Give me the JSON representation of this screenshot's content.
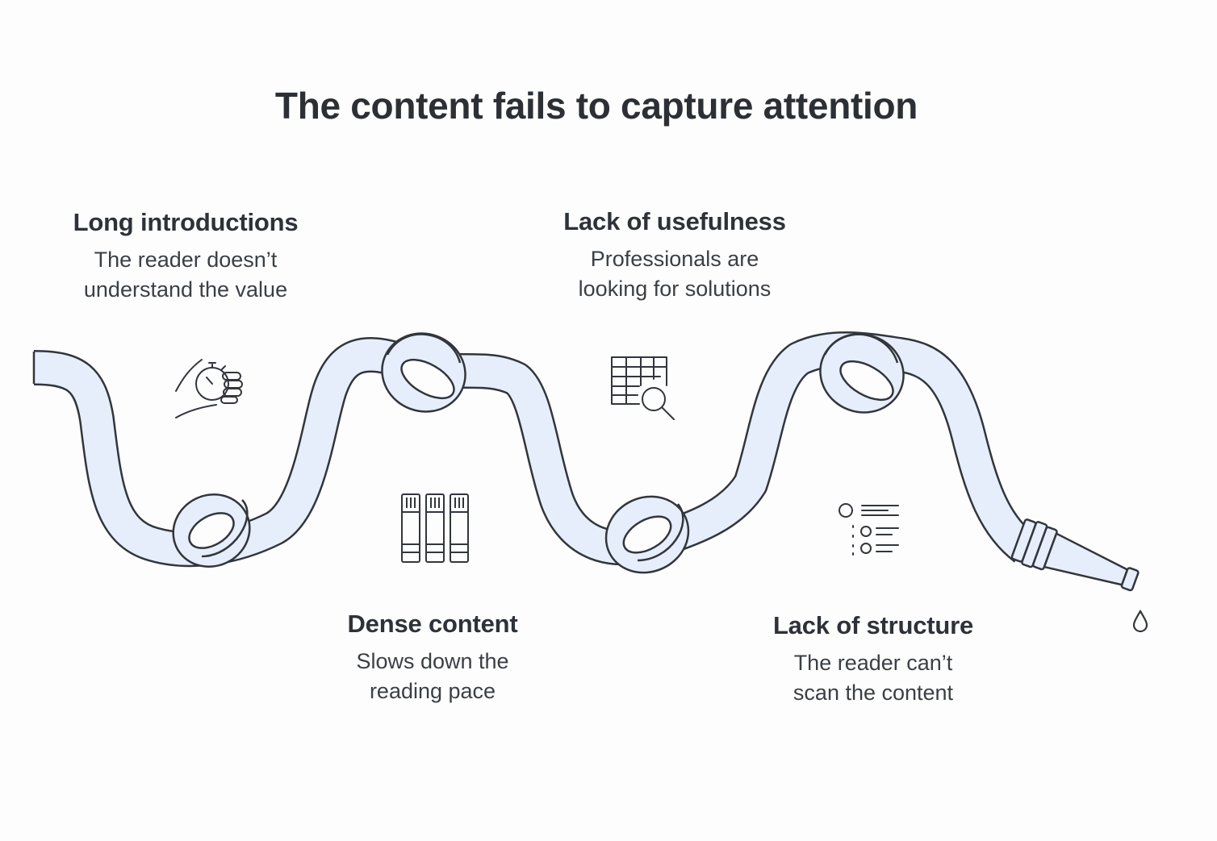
{
  "title": "The content fails to capture attention",
  "items": [
    {
      "heading": "Long introductions",
      "description": "The reader doesn’t\nunderstand the value",
      "icon": "hand-watch-icon"
    },
    {
      "heading": "Dense content",
      "description": "Slows down the\nreading pace",
      "icon": "book-stack-icon"
    },
    {
      "heading": "Lack of usefulness",
      "description": "Professionals are\nlooking for solutions",
      "icon": "table-search-icon"
    },
    {
      "heading": "Lack of structure",
      "description": "The reader can’t\nscan the content",
      "icon": "bullet-list-icon"
    }
  ],
  "colors": {
    "hose_fill": "#e6eefb",
    "stroke": "#32363c",
    "text": "#2e3238"
  }
}
